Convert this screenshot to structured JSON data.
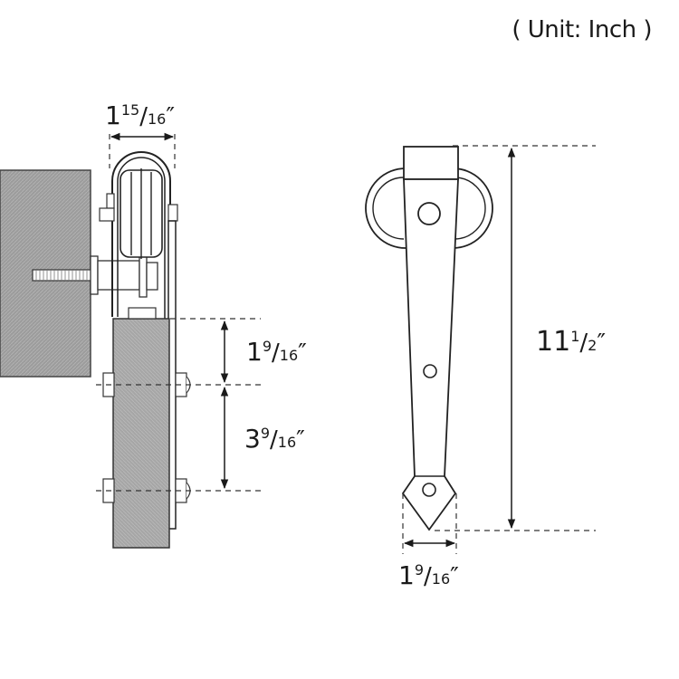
{
  "unit_label": "( Unit: Inch )",
  "dimensions": {
    "roller_width": {
      "whole": "1",
      "num": "15",
      "den": "16",
      "mark": "″"
    },
    "plate_top": {
      "whole": "1",
      "num": "9",
      "den": "16",
      "mark": "″"
    },
    "bolt_spacing": {
      "whole": "3",
      "num": "9",
      "den": "16",
      "mark": "″"
    },
    "total_height": {
      "whole": "11",
      "num": "1",
      "den": "2",
      "mark": "″"
    },
    "arrow_width": {
      "whole": "1",
      "num": "9",
      "den": "16",
      "mark": "″"
    }
  },
  "colors": {
    "wall": "#9a9a9a",
    "door": "#a3a3a3",
    "line": "#1a1a1a"
  }
}
